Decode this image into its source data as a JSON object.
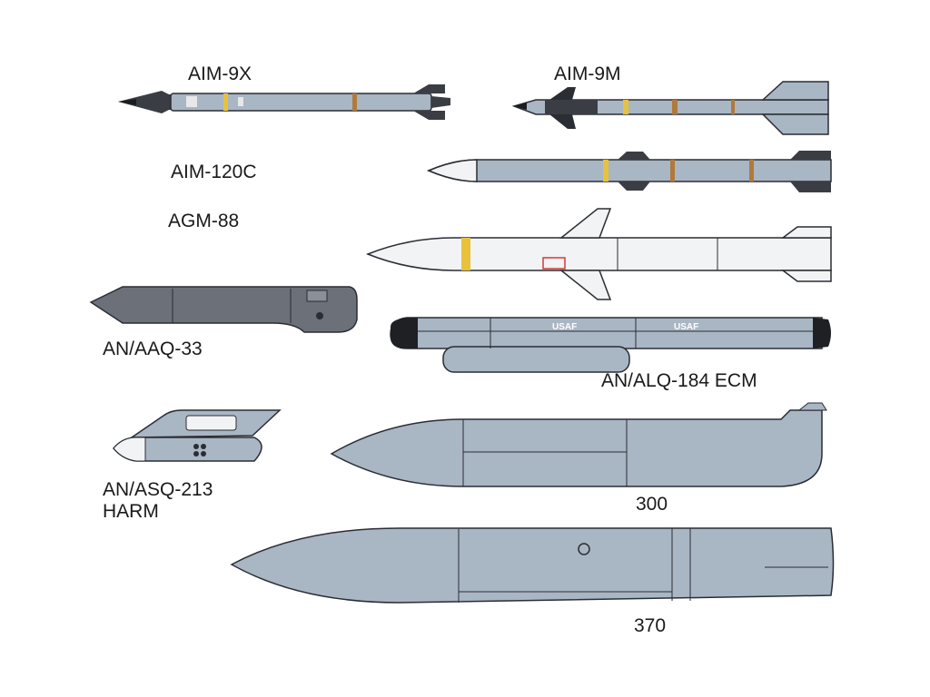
{
  "labels": {
    "aim9x": "AIM-9X",
    "aim9m": "AIM-9M",
    "aim120c": "AIM-120C",
    "agm88": "AGM-88",
    "aaq33": "AN/AAQ-33",
    "alq184": "AN/ALQ-184 ECM",
    "asq213_line1": "AN/ASQ-213",
    "asq213_line2": "HARM",
    "tank300": "300",
    "tank370": "370"
  },
  "markings": {
    "usaf": "USAF"
  },
  "colors": {
    "body_gray": "#a9b6c4",
    "pod_dark": "#6b7079",
    "white_body": "#f2f3f4",
    "band_yellow": "#e8c23a",
    "band_brown": "#b07a3c",
    "outline": "#2a2d33",
    "fin_dark": "#3a3d43"
  }
}
